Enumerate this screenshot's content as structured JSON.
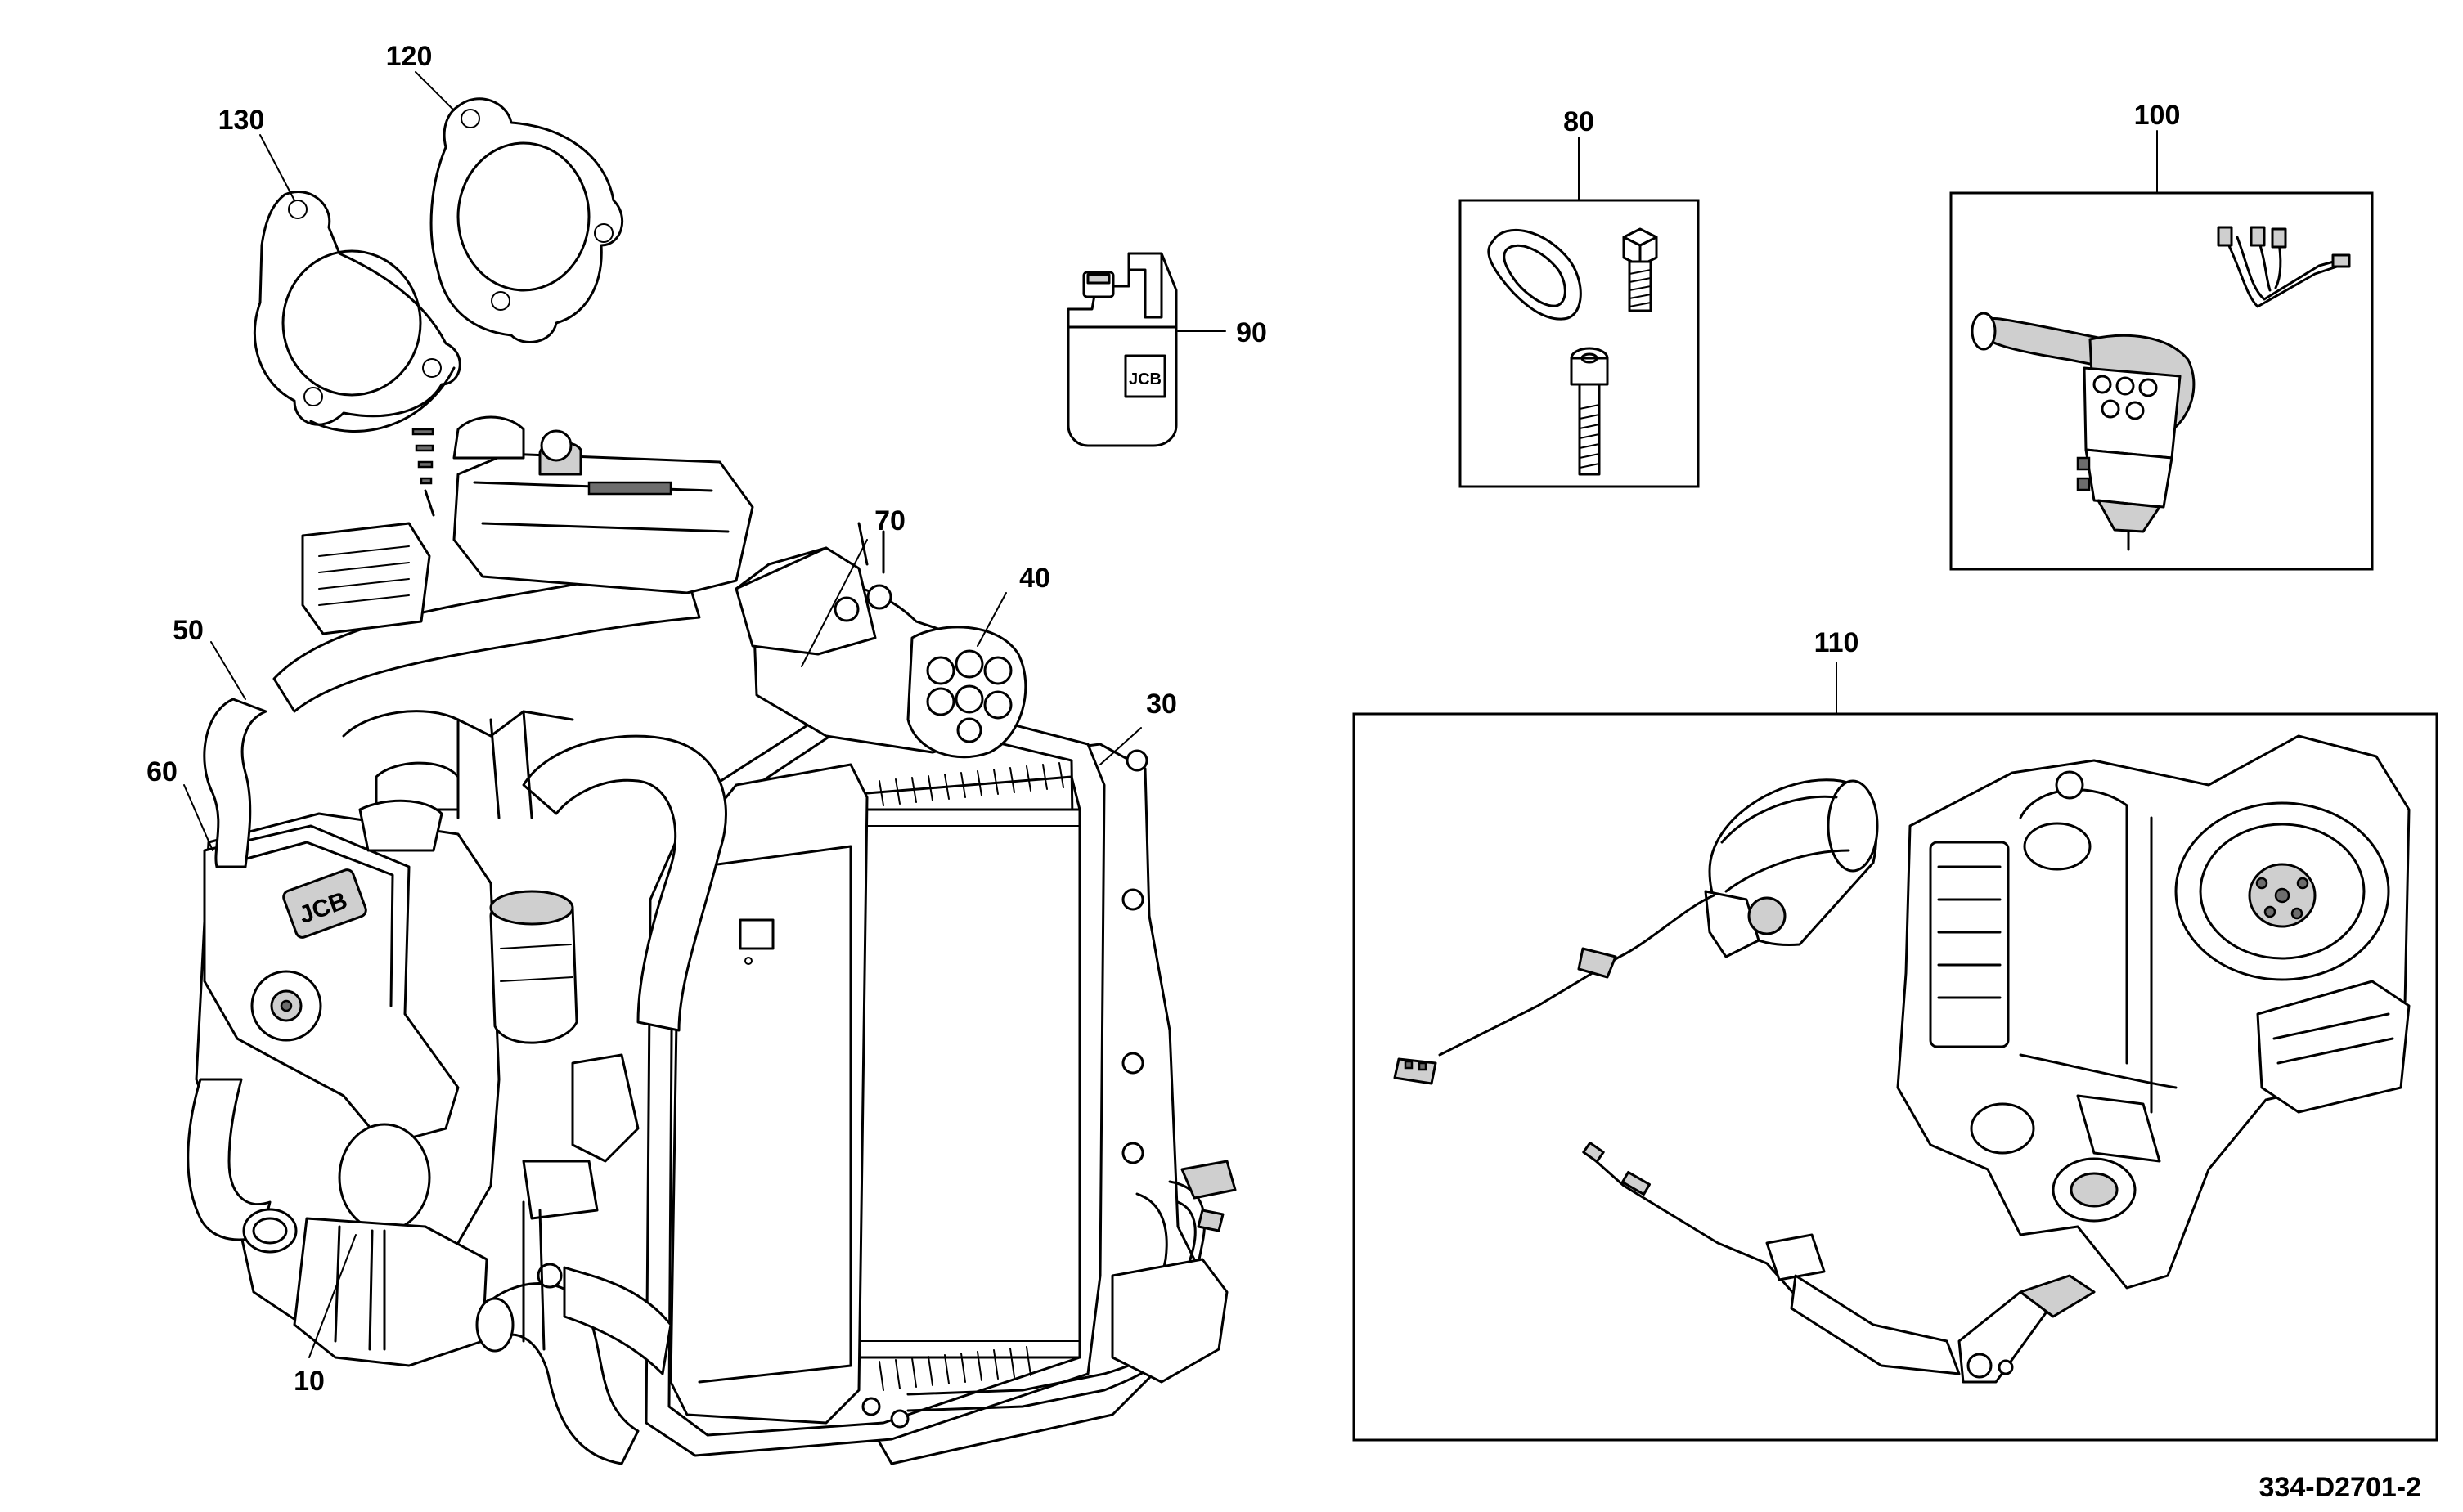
{
  "drawing_ref": "334-D2701-2",
  "callouts": {
    "c10": "10",
    "c30": "30",
    "c40": "40",
    "c50": "50",
    "c60": "60",
    "c70": "70",
    "c80": "80",
    "c90": "90",
    "c100": "100",
    "c110": "110",
    "c120": "120",
    "c130": "130"
  },
  "logo_text": "JCB"
}
